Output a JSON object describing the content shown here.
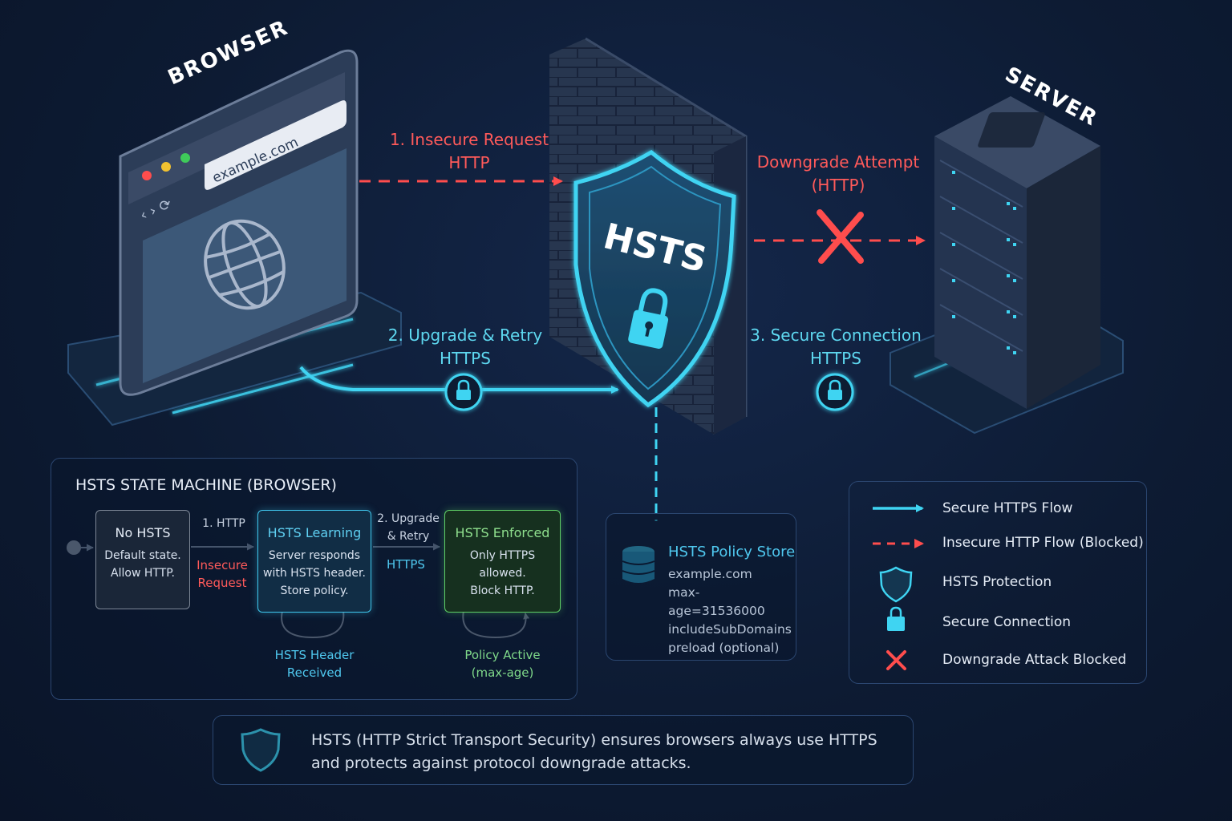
{
  "labels": {
    "browser": "BROWSER",
    "server": "SERVER",
    "url": "example.com",
    "shield": "HSTS"
  },
  "flows": {
    "insecure_line1": "1. Insecure Request",
    "insecure_line2": "HTTP",
    "upgrade_line1": "2. Upgrade & Retry",
    "upgrade_line2": "HTTPS",
    "downgrade_line1": "Downgrade Attempt",
    "downgrade_line2": "(HTTP)",
    "secure_line1": "3. Secure Connection",
    "secure_line2": "HTTPS"
  },
  "state_machine": {
    "title": "HSTS STATE MACHINE (BROWSER)",
    "states": [
      {
        "title": "No HSTS",
        "desc": [
          "Default state.",
          "Allow HTTP."
        ]
      },
      {
        "title": "HSTS Learning",
        "desc": [
          "Server responds",
          "with HSTS header.",
          "Store policy."
        ]
      },
      {
        "title": "HSTS Enforced",
        "desc": [
          "Only HTTPS",
          "allowed.",
          "Block HTTP."
        ]
      }
    ],
    "transition1": {
      "top": "1. HTTP",
      "bottom": [
        "Insecure",
        "Request"
      ]
    },
    "transition2": {
      "top": [
        "2. Upgrade",
        "& Retry"
      ],
      "bottom": "HTTPS"
    },
    "loop_learning": [
      "HSTS Header",
      "Received"
    ],
    "loop_enforced": [
      "Policy Active",
      "(max-age)"
    ]
  },
  "policy_store": {
    "title": "HSTS Policy Store",
    "lines": [
      "example.com",
      "max-age=31536000",
      "includeSubDomains",
      "preload (optional)"
    ]
  },
  "legend": [
    {
      "icon": "solid-arrow-icon",
      "label": "Secure HTTPS Flow"
    },
    {
      "icon": "dashed-arrow-icon",
      "label": "Insecure HTTP Flow (Blocked)"
    },
    {
      "icon": "shield-icon",
      "label": "HSTS Protection"
    },
    {
      "icon": "lock-icon",
      "label": "Secure Connection"
    },
    {
      "icon": "x-icon",
      "label": "Downgrade Attack Blocked"
    }
  ],
  "footer": {
    "line1": "HSTS (HTTP Strict Transport Security) ensures browsers always use HTTPS",
    "line2": "and protects against protocol downgrade attacks."
  },
  "colors": {
    "secure": "#3fd4f2",
    "insecure": "#ff4d4d",
    "enforced": "#5fd066",
    "background": "#0d1b33"
  }
}
